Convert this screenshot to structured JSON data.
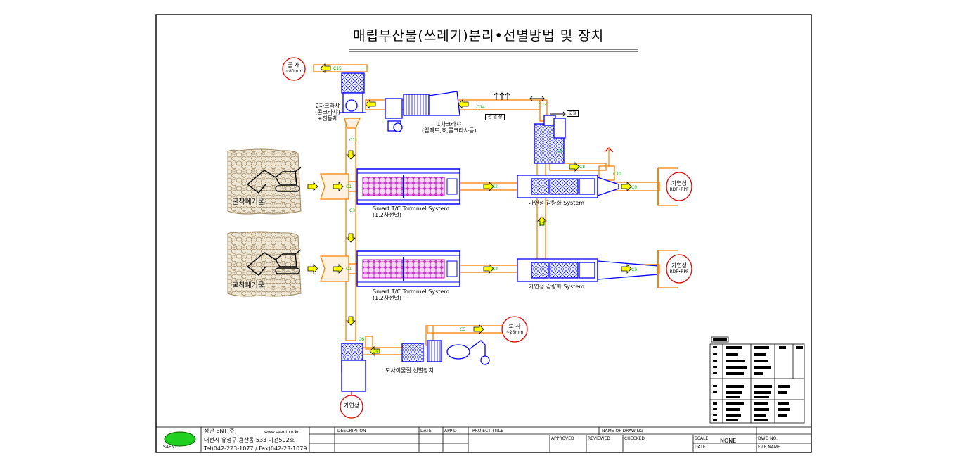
{
  "drawing": {
    "title": "매립부산물(쓰레기)분리•선별방법 및 장치"
  },
  "outputs": {
    "bone": {
      "line1": "골 재",
      "line2": "~80mm"
    },
    "soil": {
      "line1": "토 사",
      "line2": "~25mm"
    },
    "combustible_1": {
      "line1": "가연성",
      "line2": "RDF•RPF"
    },
    "combustible_2": {
      "line1": "가연성",
      "line2": "RDF•RPF"
    },
    "combustible_3": {
      "line1": "가연성"
    }
  },
  "labels": {
    "crusher2": [
      "2차크라샤",
      "(콘크라샤)",
      "+진동체"
    ],
    "crusher1": [
      "1차크라샤",
      "(임팩트,죠,롤크라샤등)"
    ],
    "trommel_1": [
      "Smart T/C Tormmel System",
      "(1,2차선별)"
    ],
    "trommel_2": [
      "Smart T/C Tormmel System",
      "(1,2차선별)"
    ],
    "reduce_1": "가연성 감량화 System",
    "reduce_2": "가연성 감량화 System",
    "excavated_1": "굴착폐기물",
    "excavated_2": "굴착폐기물",
    "soil_sorter": "토사이물질 선별장치",
    "sorting_tag": "선 별 장",
    "iron_tag": "고철"
  },
  "conveyors": {
    "c1a": "C1",
    "c1b": "C1",
    "c2a": "C2",
    "c2b": "C2",
    "c3": "C3",
    "c4": "C4",
    "c5": "C5",
    "c6": "C6",
    "c7": "C7",
    "c8": "C8",
    "c9": "C9",
    "c9a": "C9",
    "c9b": "C9",
    "c10": "C10",
    "c11": "C11",
    "c13": "C13",
    "c14": "C14",
    "c15": "C15"
  },
  "title_block": {
    "company": "성안 ENT(주)",
    "website": "www.saent.co.kr",
    "address": "대전시 유성구 용산동 533 미건502호",
    "phone": "Tel)042-223-1077 / Fax)042-23-1079",
    "logo_text": "SAENT",
    "description": "DESCRIPTION",
    "date": "DATE",
    "appd": "APP'D",
    "project_title": "PROJECT TITLE",
    "name_of_drawing": "NAME OF DRAWING",
    "approved": "APPROVED",
    "reviewed": "REVIEWED",
    "checked": "CHECKED",
    "scale_label": "SCALE",
    "scale_value": "NONE",
    "date2": "DATE",
    "dwg_no": "DWG NO.",
    "file_name": "FILE NAME"
  },
  "colors": {
    "belt": "#ff8000",
    "machine": "#0000ff",
    "drum": "#c000c0",
    "marker": "#e00000",
    "label": "#00c000",
    "arrow": "#ffff00"
  }
}
